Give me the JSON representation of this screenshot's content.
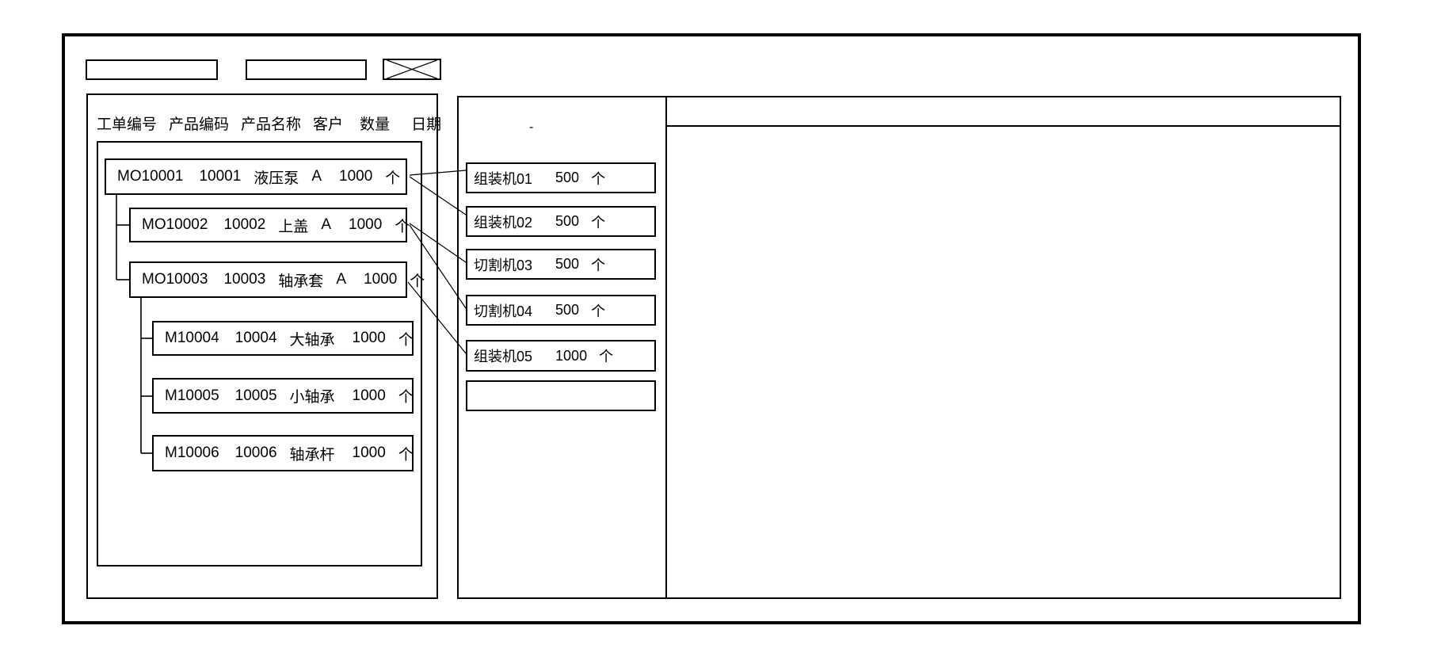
{
  "toolbar": {
    "field1_value": "",
    "field2_value": "",
    "close_icon": "x-cross"
  },
  "work_orders": {
    "headers": [
      "工单编号",
      "产品编码",
      "产品名称",
      "客户",
      "数量",
      "日期"
    ],
    "orders": [
      {
        "order_no": "MO10001",
        "product_code": "10001",
        "product_name": "液压泵",
        "customer": "A",
        "qty": "1000",
        "unit": "个"
      },
      {
        "order_no": "MO10002",
        "product_code": "10002",
        "product_name": "上盖",
        "customer": "A",
        "qty": "1000",
        "unit": "个"
      },
      {
        "order_no": "MO10003",
        "product_code": "10003",
        "product_name": "轴承套",
        "customer": "A",
        "qty": "1000",
        "unit": "个"
      },
      {
        "order_no": "M10004",
        "product_code": "10004",
        "product_name": "大轴承",
        "customer": "",
        "qty": "1000",
        "unit": "个"
      },
      {
        "order_no": "M10005",
        "product_code": "10005",
        "product_name": "小轴承",
        "customer": "",
        "qty": "1000",
        "unit": "个"
      },
      {
        "order_no": "M10006",
        "product_code": "10006",
        "product_name": "轴承杆",
        "customer": "",
        "qty": "1000",
        "unit": "个"
      }
    ]
  },
  "machines": {
    "mark": "-",
    "items": [
      {
        "name": "组装机01",
        "qty": "500",
        "unit": "个"
      },
      {
        "name": "组装机02",
        "qty": "500",
        "unit": "个"
      },
      {
        "name": "切割机03",
        "qty": "500",
        "unit": "个"
      },
      {
        "name": "切割机04",
        "qty": "500",
        "unit": "个"
      },
      {
        "name": "组装机05",
        "qty": "1000",
        "unit": "个"
      },
      {
        "name": "",
        "qty": "",
        "unit": ""
      }
    ]
  }
}
